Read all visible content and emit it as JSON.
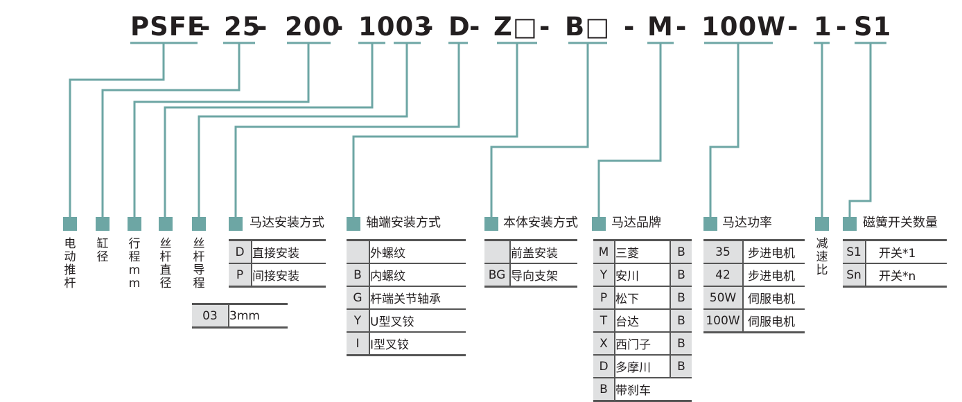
{
  "code": [
    "PSFE",
    "-",
    "25",
    "-",
    "200",
    "-",
    "1003",
    "-",
    "D",
    "-",
    "Z□",
    "-",
    "B□",
    "-",
    "M",
    "-",
    "100W",
    "-",
    "1",
    "-",
    "S1"
  ],
  "side_labels": [
    {
      "text": [
        "电",
        "动",
        "推",
        "杆"
      ]
    },
    {
      "text": [
        "缸",
        "径"
      ]
    },
    {
      "text": [
        "行",
        "程",
        "m",
        "m"
      ]
    },
    {
      "text": [
        "丝",
        "杆",
        "直",
        "径"
      ]
    },
    {
      "text": [
        "丝",
        "杆",
        "导",
        "程"
      ]
    },
    {
      "text": [
        "减",
        "速",
        "比"
      ]
    }
  ],
  "captions": {
    "motor_mount": "马达安装方式",
    "shaft_end": "轴端安装方式",
    "body_mount": "本体安装方式",
    "motor_brand": "马达品牌",
    "motor_power": "马达功率",
    "reed_switch": "磁簧开关数量"
  },
  "motor_mount": [
    {
      "code": "D",
      "desc": "直接安装"
    },
    {
      "code": "P",
      "desc": "间接安装"
    }
  ],
  "lead": [
    {
      "code": "03",
      "desc": "3mm"
    }
  ],
  "shaft_end": [
    {
      "code": "",
      "desc": "外螺纹"
    },
    {
      "code": "B",
      "desc": "内螺纹"
    },
    {
      "code": "G",
      "desc": "杆端关节轴承"
    },
    {
      "code": "Y",
      "desc": "U型叉铰"
    },
    {
      "code": "I",
      "desc": "I型叉铰"
    }
  ],
  "body_mount": [
    {
      "code": "",
      "desc": "前盖安装"
    },
    {
      "code": "BG",
      "desc": "导向支架"
    }
  ],
  "motor_brand": [
    {
      "code": "M",
      "desc": "三菱",
      "b": "B"
    },
    {
      "code": "Y",
      "desc": "安川",
      "b": "B"
    },
    {
      "code": "P",
      "desc": "松下",
      "b": "B"
    },
    {
      "code": "T",
      "desc": "台达",
      "b": "B"
    },
    {
      "code": "X",
      "desc": "西门子",
      "b": "B"
    },
    {
      "code": "D",
      "desc": "多摩川",
      "b": "B"
    },
    {
      "code": "B",
      "desc": "带刹车",
      "b": ""
    }
  ],
  "motor_power": [
    {
      "code": "35",
      "desc": "步进电机"
    },
    {
      "code": "42",
      "desc": "步进电机"
    },
    {
      "code": "50W",
      "desc": "伺服电机"
    },
    {
      "code": "100W",
      "desc": "伺服电机"
    }
  ],
  "reed_switch": [
    {
      "code": "S1",
      "desc": "开关*1"
    },
    {
      "code": "Sn",
      "desc": "开关*n"
    }
  ],
  "colors": {
    "accent": "#6da6a4",
    "cell": "#dfe0e1",
    "rule": "#555555"
  }
}
